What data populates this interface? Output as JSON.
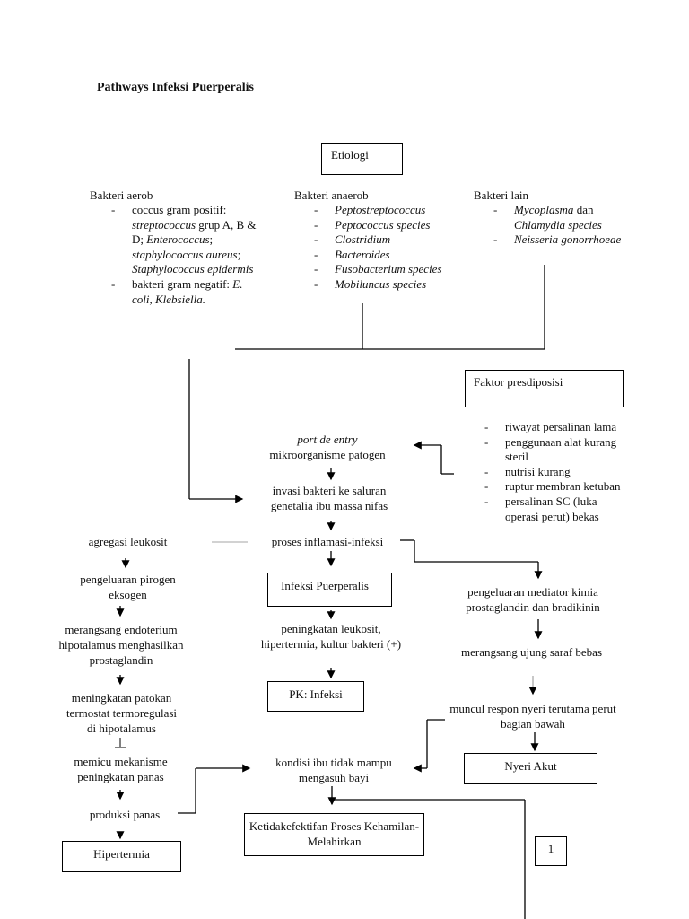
{
  "title": "Pathways Infeksi Puerperalis",
  "etiologi": "Etiologi",
  "aerob": {
    "heading": "Bakteri aerob",
    "item1": [
      "coccus gram positif:",
      "streptococcus",
      " grup A, B & D;",
      "Enterococcus",
      ";",
      "staphylococcus aureus",
      ";",
      "Staphylococcus epidermis"
    ],
    "item2": [
      "bakteri gram negatif:",
      "E. coli, Klebsiella."
    ]
  },
  "anaerob": {
    "heading": "Bakteri anaerob",
    "items": [
      "Peptostreptococcus",
      "Peptococcus species",
      "Clostridium",
      "Bacteroides",
      "Fusobacterium species",
      "Mobiluncus species"
    ]
  },
  "lain": {
    "heading": "Bakteri lain",
    "item1": [
      "Mycoplasma",
      " dan ",
      "Chlamydia species"
    ],
    "item2": "Neisseria gonorrhoeae"
  },
  "faktor": {
    "heading": "Faktor presdiposisi",
    "items": [
      "riwayat persalinan lama",
      "penggunaan alat kurang steril",
      "nutrisi kurang",
      "ruptur membran ketuban",
      "persalinan SC (luka operasi perut) bekas"
    ]
  },
  "center": {
    "port": "port de entry",
    "mikro": "mikroorganisme patogen",
    "invasi": "invasi bakteri ke saluran genetalia ibu massa nifas",
    "inflamasi": "proses inflamasi-infeksi",
    "infeksi_box": "Infeksi Puerperalis",
    "peningkatan": "peningkatan leukosit, hipertermia, kultur bakteri (+)",
    "pk_box": "PK: Infeksi",
    "kondisi": "kondisi ibu tidak mampu mengasuh bayi",
    "ketidak_box": "Ketidakefektifan Proses Kehamilan-Melahirkan"
  },
  "left": {
    "agregasi": "agregasi leukosit",
    "pirogen": "pengeluaran pirogen eksogen",
    "endoterium": "merangsang endoterium hipotalamus menghasilkan prostaglandin",
    "patokan": "meningkatan patokan termostat termoregulasi di hipotalamus",
    "memicu": "memicu mekanisme peningkatan panas",
    "produksi": "produksi panas",
    "hipertermia_box": "Hipertermia"
  },
  "right": {
    "mediator": "pengeluaran mediator kimia prostaglandin dan bradikinin",
    "saraf": "merangsang ujung saraf bebas",
    "nyeri_respon": "muncul respon nyeri terutama perut bagian bawah",
    "nyeri_box": "Nyeri Akut"
  },
  "page_number": "1"
}
